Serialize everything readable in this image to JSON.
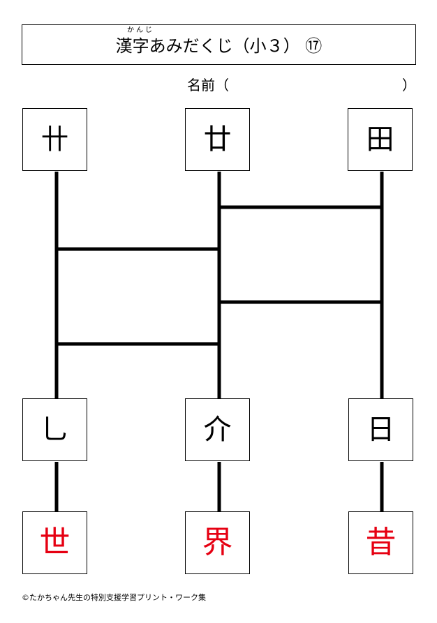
{
  "header": {
    "ruby": "かんじ",
    "title": "漢字あみだくじ（小３） ⑰"
  },
  "name_field": {
    "label": "名前（",
    "close": "）"
  },
  "top_parts": [
    "卄",
    "廿",
    "田"
  ],
  "bottom_parts": [
    "乚",
    "介",
    "日"
  ],
  "answers": [
    "世",
    "界",
    "昔"
  ],
  "colors": {
    "line": "#000000",
    "answer": "#e60012"
  },
  "footer": "©たかちゃん先生の特別支援学習プリント・ワーク集"
}
